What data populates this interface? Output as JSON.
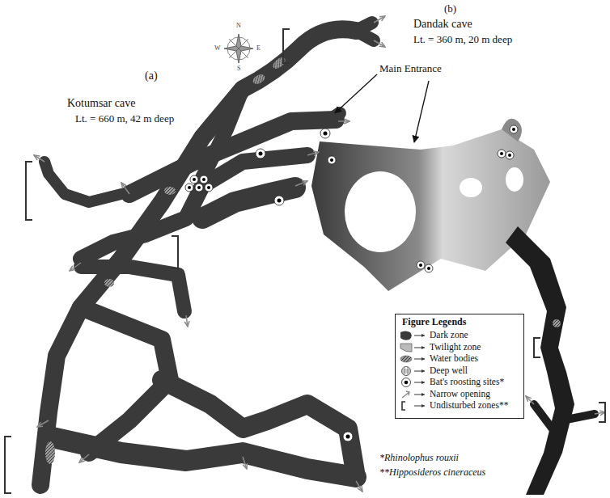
{
  "diagram": {
    "labels": [
      "(a)",
      "Kotumsar cave",
      "Lt. = 660 m, 42 m deep",
      "(b)",
      "Dandak cave",
      "Lt. = 360 m, 20 m deep",
      "Main Entrance",
      "N",
      "E",
      "S",
      "W",
      "Figure Legends",
      "*Rhinolophus rouxii",
      "**Hipposideros cineraceus"
    ],
    "legend": [
      {
        "text": "Dark zone"
      },
      {
        "text": "Twilight zone"
      },
      {
        "text": "Water bodies"
      },
      {
        "text": "Deep well"
      },
      {
        "text": "Bat's roosting sites*"
      },
      {
        "text": "Narrow opening"
      },
      {
        "text": "Undisturbed zones**"
      }
    ]
  }
}
